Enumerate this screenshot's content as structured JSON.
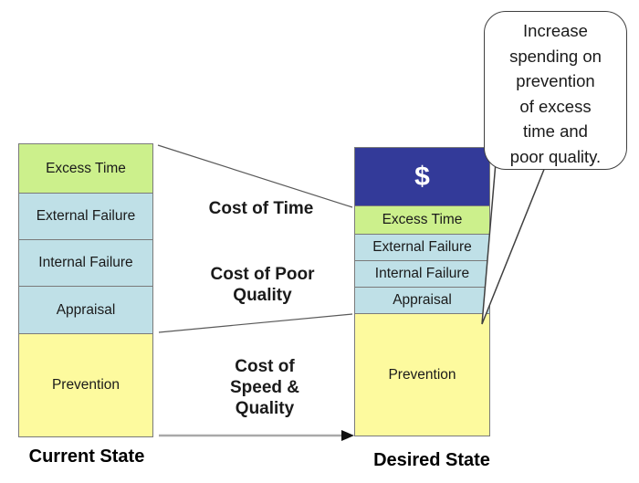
{
  "colors": {
    "green": "#ccf08c",
    "light_blue": "#bfe0e7",
    "yellow": "#fdfa9e",
    "navy": "#333a99",
    "bar_border": "#7a7a7a",
    "connector_line": "#595959",
    "arrow_line": "#a9a9a9",
    "arrow_head": "#111111",
    "dollar_text": "#ffffff"
  },
  "bars": {
    "current": {
      "label": "Current State",
      "segments": [
        {
          "name": "excess-time",
          "label": "Excess Time",
          "color": "green",
          "height": 54
        },
        {
          "name": "external-failure",
          "label": "External Failure",
          "color": "light_blue",
          "height": 51
        },
        {
          "name": "internal-failure",
          "label": "Internal Failure",
          "color": "light_blue",
          "height": 51
        },
        {
          "name": "appraisal",
          "label": "Appraisal",
          "color": "light_blue",
          "height": 52
        },
        {
          "name": "prevention",
          "label": "Prevention",
          "color": "yellow",
          "height": 112
        }
      ]
    },
    "desired": {
      "label": "Desired State",
      "segments": [
        {
          "name": "dollar",
          "label": "$",
          "color": "navy",
          "height": 64,
          "emphasis": true
        },
        {
          "name": "excess-time",
          "label": "Excess Time",
          "color": "green",
          "height": 31
        },
        {
          "name": "external-failure",
          "label": "External Failure",
          "color": "light_blue",
          "height": 29
        },
        {
          "name": "internal-failure",
          "label": "Internal Failure",
          "color": "light_blue",
          "height": 29
        },
        {
          "name": "appraisal",
          "label": "Appraisal",
          "color": "light_blue",
          "height": 29
        },
        {
          "name": "prevention",
          "label": "Prevention",
          "color": "yellow",
          "height": 133
        }
      ]
    }
  },
  "annotations": {
    "cost_of_time": "Cost of Time",
    "cost_of_poor_quality": "Cost of Poor\nQuality",
    "cost_of_speed_quality": "Cost of\nSpeed &\nQuality"
  },
  "callout": {
    "text": "Increase\nspending on\nprevention\nof excess\ntime and\npoor quality."
  }
}
